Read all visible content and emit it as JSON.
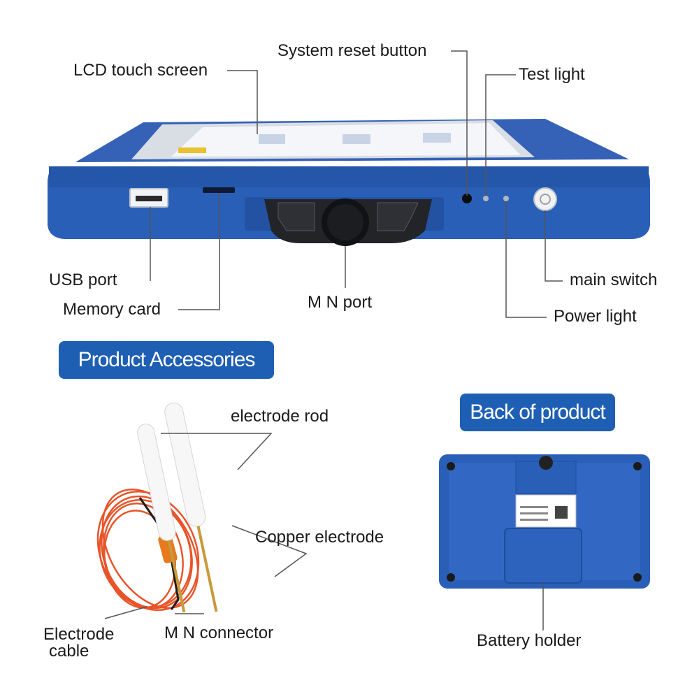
{
  "device_labels": {
    "lcd_touch_screen": "LCD touch screen",
    "system_reset_button": "System reset button",
    "test_light": "Test light",
    "usb_port": "USB port",
    "memory_card": "Memory card",
    "mn_port": "M N port",
    "main_switch": "main switch",
    "power_light": "Power light"
  },
  "sections": {
    "product_accessories": "Product Accessories",
    "back_of_product": "Back of product"
  },
  "accessory_labels": {
    "electrode_rod": "electrode rod",
    "copper_electrode": "Copper electrode",
    "electrode_cable_line1": "Electrode",
    "electrode_cable_line2": "cable",
    "mn_connector": "M N connector"
  },
  "back_labels": {
    "battery_holder": "Battery holder"
  },
  "colors": {
    "device_blue": "#2a5fb8",
    "label_pill": "#1e5fb3",
    "cable_orange": "#e8542a",
    "copper": "#c99a3a"
  }
}
